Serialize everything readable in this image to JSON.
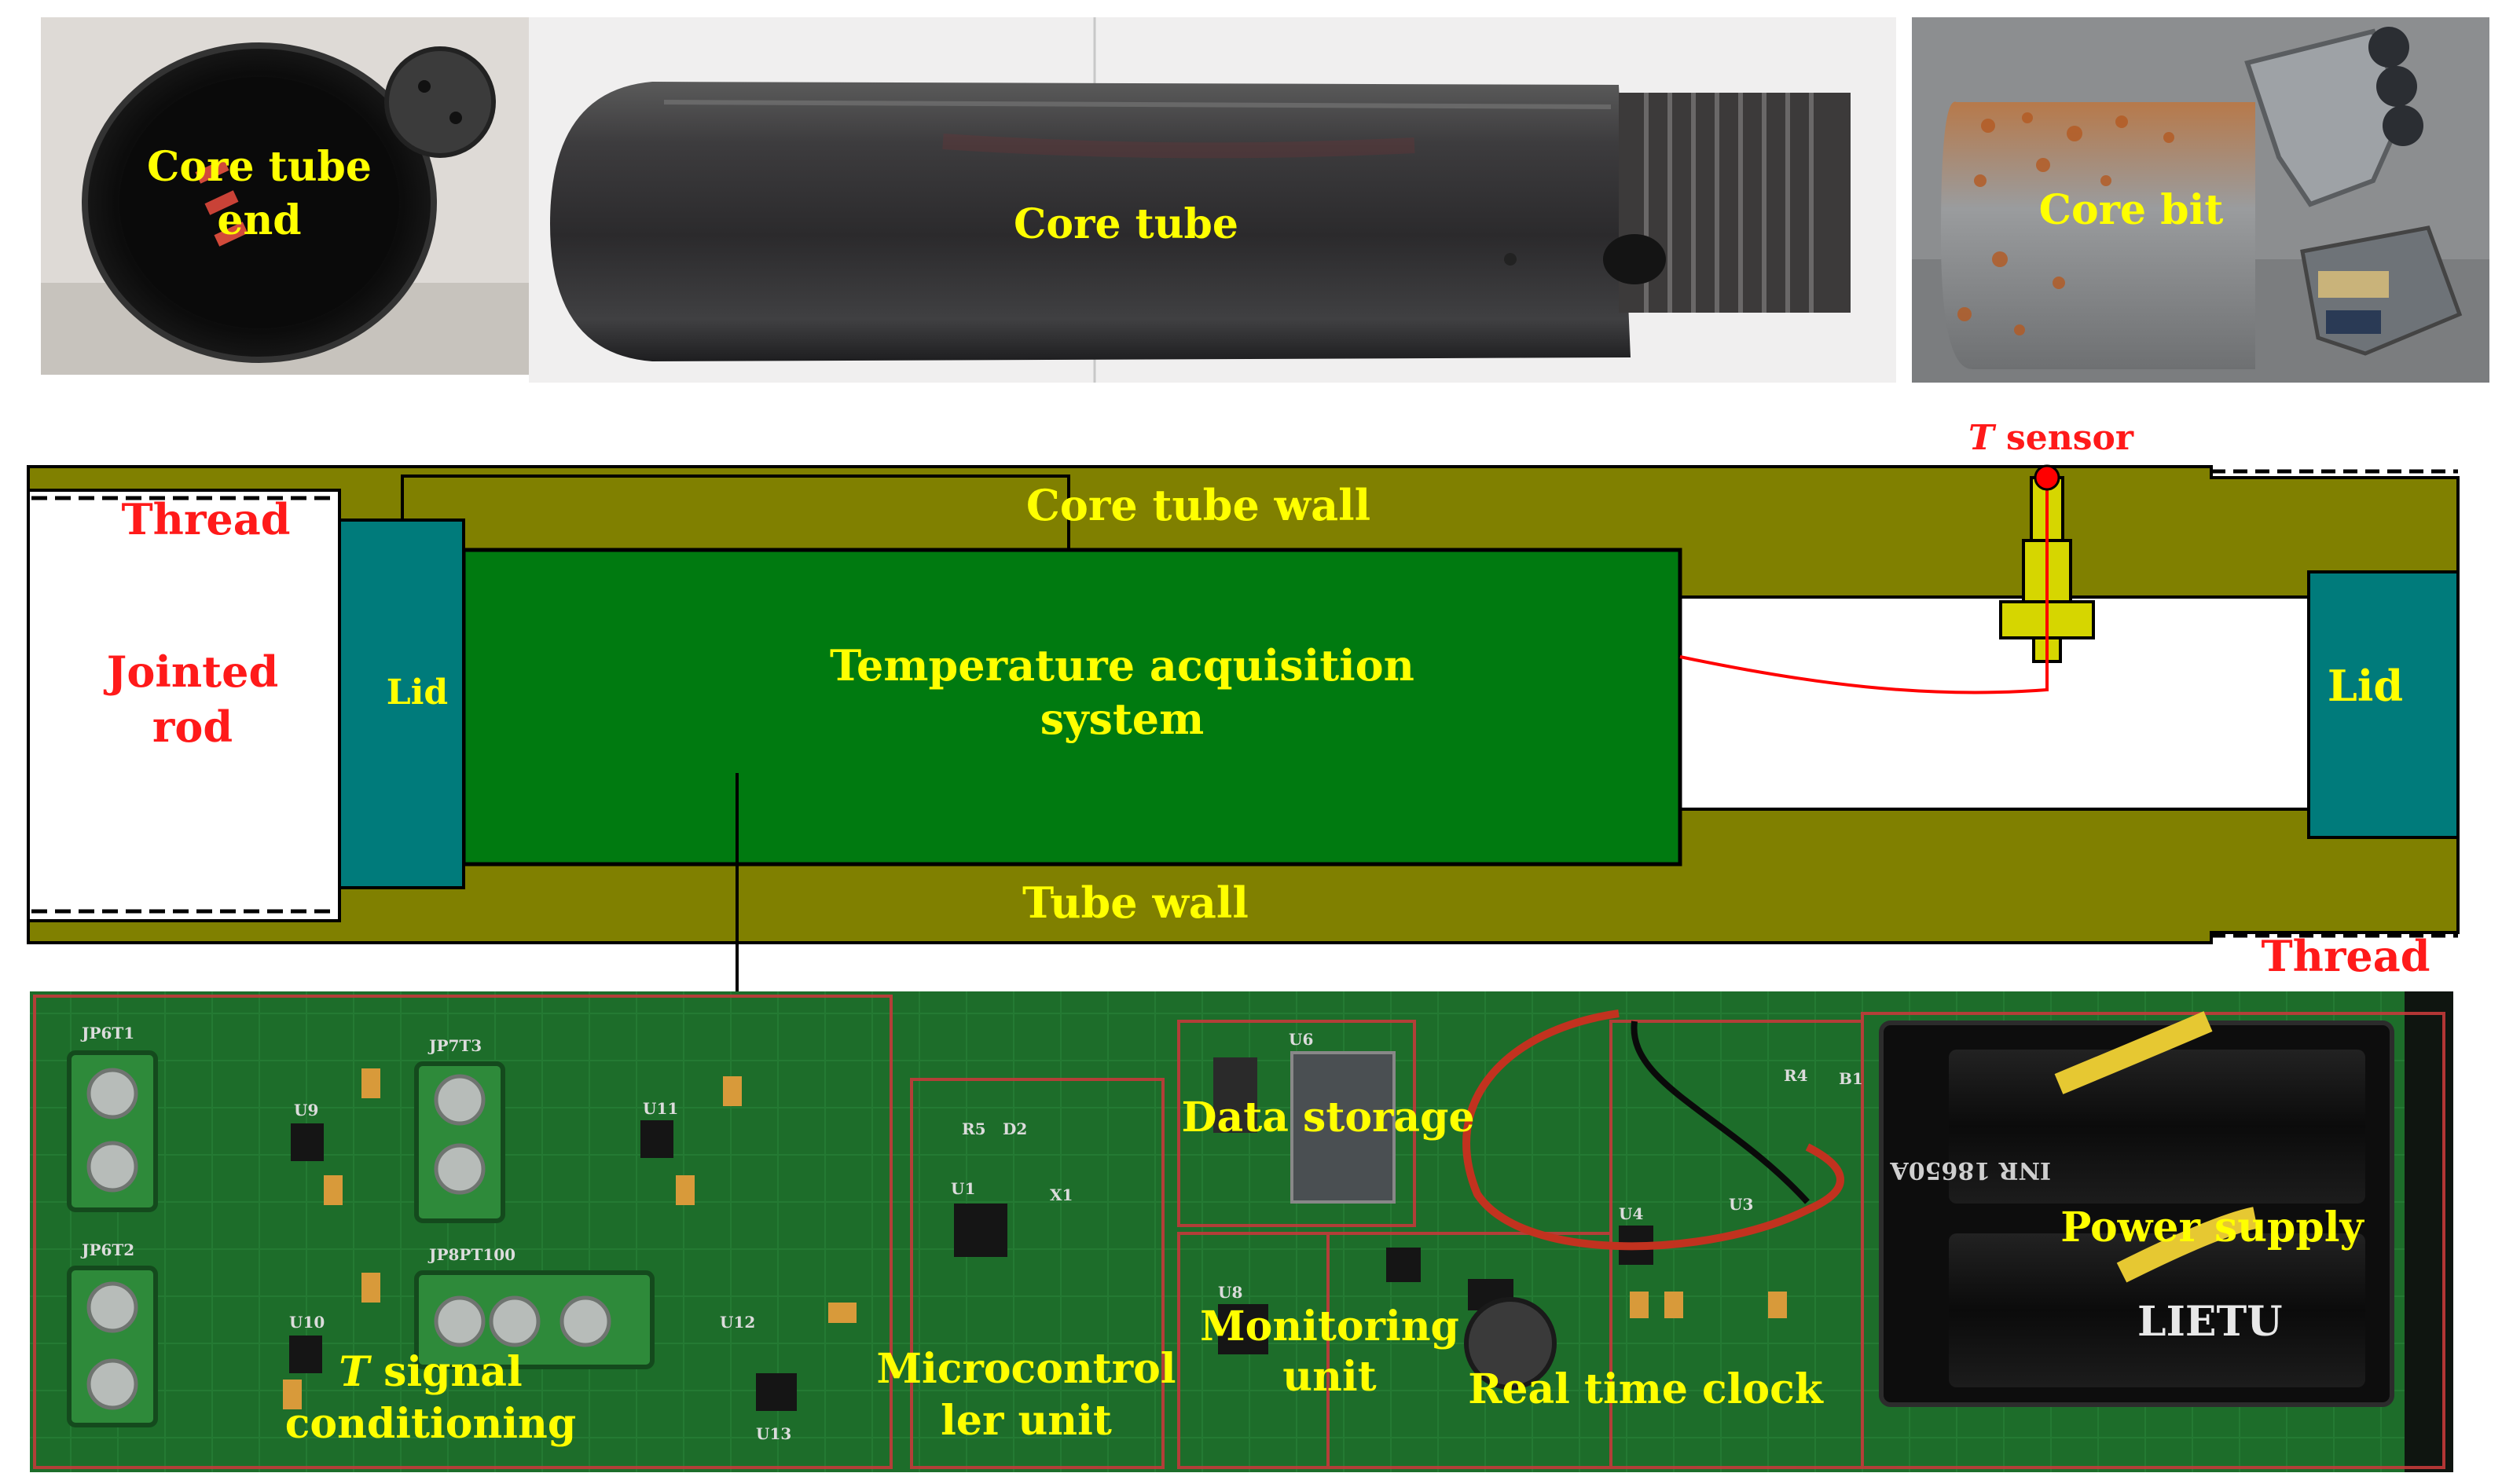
{
  "photos": {
    "end_label_line1": "Core tube",
    "end_label_line2": "end",
    "tube_label": "Core tube",
    "bit_label": "Core bit"
  },
  "schematic": {
    "sensor_label_italic": "T",
    "sensor_label_rest": " sensor",
    "core_tube_wall": "Core tube wall",
    "tube_wall": "Tube wall",
    "thread_left": "Thread",
    "thread_right": "Thread",
    "jointed_rod_line1": "Jointed",
    "jointed_rod_line2": "rod",
    "lid_left": "Lid",
    "lid_right": "Lid",
    "acq_line1": "Temperature acquisition",
    "acq_line2": "system"
  },
  "board": {
    "signal_italic": "T",
    "signal_rest": " signal",
    "signal_line2": "conditioning",
    "mcu_line1": "Microcontrol",
    "mcu_line2": "ler unit",
    "storage": "Data storage",
    "monitor_line1": "Monitoring",
    "monitor_line2": "unit",
    "clock": "Real time clock",
    "power": "Power supply",
    "battery_brand": "LIETU",
    "battery_model": "INR 18650A",
    "silk_labels": [
      "JP6T1",
      "JP7T3",
      "JP6T2",
      "JP8PT100",
      "U9",
      "U11",
      "U10",
      "U12",
      "U13",
      "U1",
      "U6",
      "U8",
      "U4",
      "U3",
      "X1",
      "D2",
      "B1",
      "R5",
      "R4"
    ]
  },
  "colors": {
    "olive": "#808000",
    "teal": "#007b7b",
    "acq_green": "#007a10",
    "pcb_green": "#1d6d2a",
    "yellow_label": "#ffff00",
    "red_label": "#ff1a1a"
  }
}
